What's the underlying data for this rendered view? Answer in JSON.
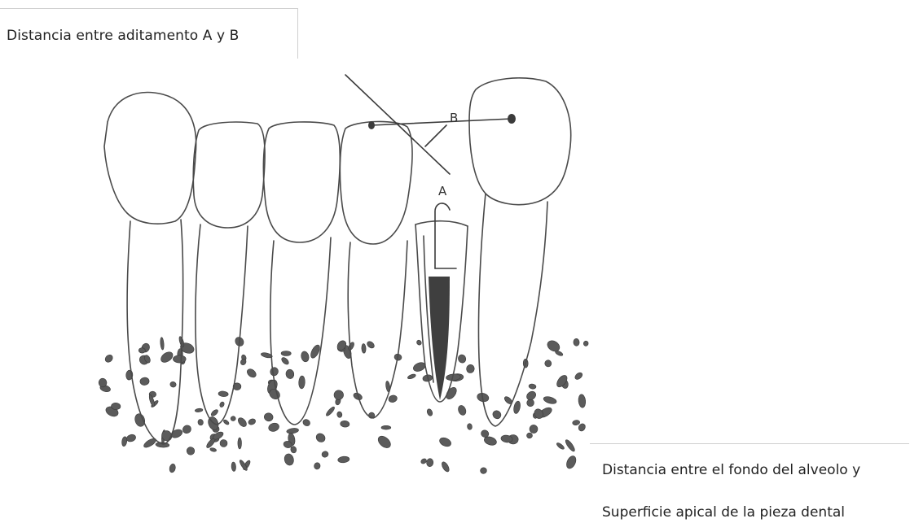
{
  "captions": {
    "top_left": "Distancia entre aditamento  A y B",
    "bottom_right_line1": "Distancia entre el fondo del alveolo y",
    "bottom_right_line2": "Superficie apical de la pieza dental"
  },
  "diagram": {
    "label_a": "A",
    "label_b": "B",
    "teeth_count": 6
  }
}
